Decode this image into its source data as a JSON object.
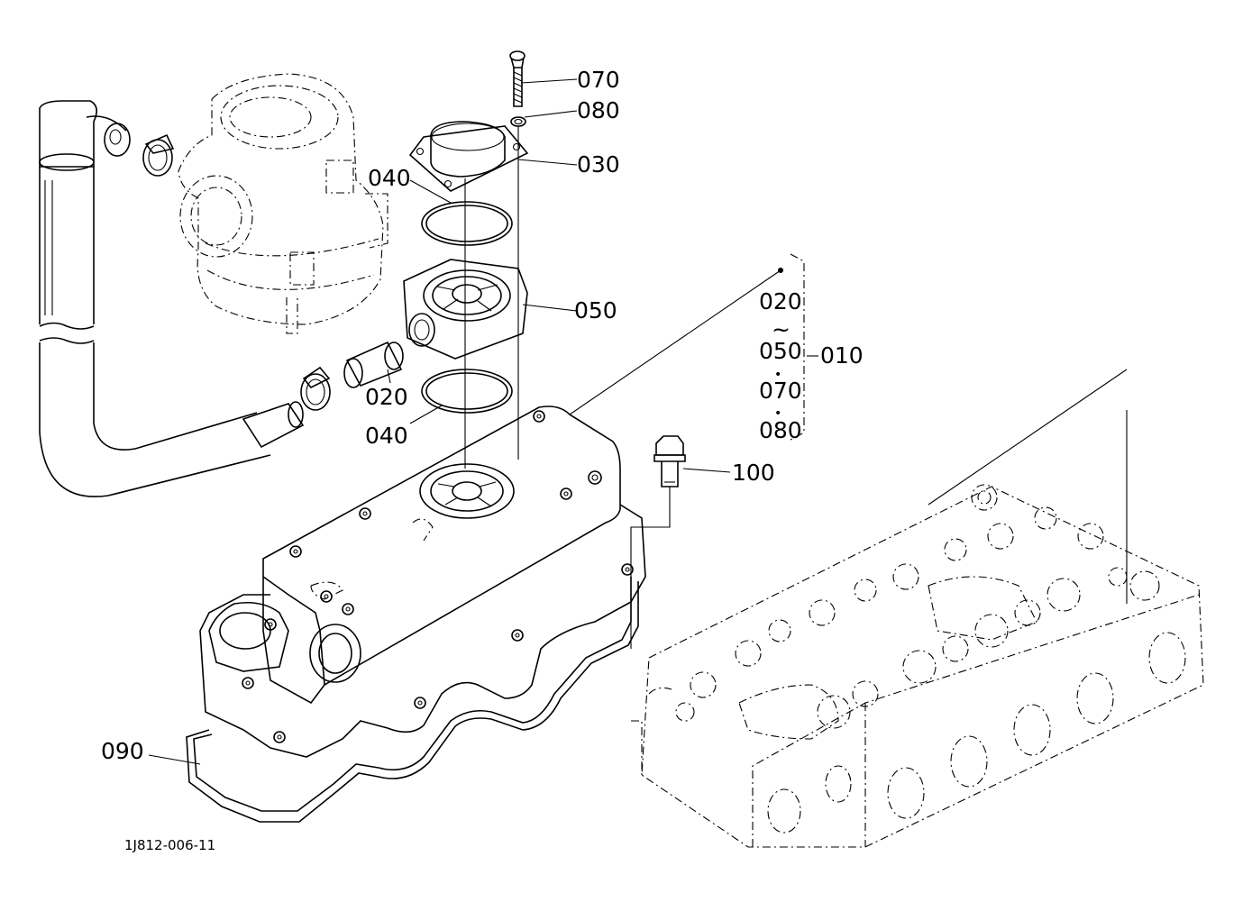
{
  "callouts": {
    "p070": "070",
    "p080": "080",
    "p030": "030",
    "p040_top": "040",
    "p050": "050",
    "p020": "020",
    "p040_bottom": "040",
    "p100": "100",
    "p090": "090"
  },
  "assembly_group": {
    "items": [
      "020",
      "~",
      "050",
      "•",
      "070",
      "•",
      "080"
    ],
    "group_number": "010"
  },
  "drawing_id": "1J812-006-11"
}
